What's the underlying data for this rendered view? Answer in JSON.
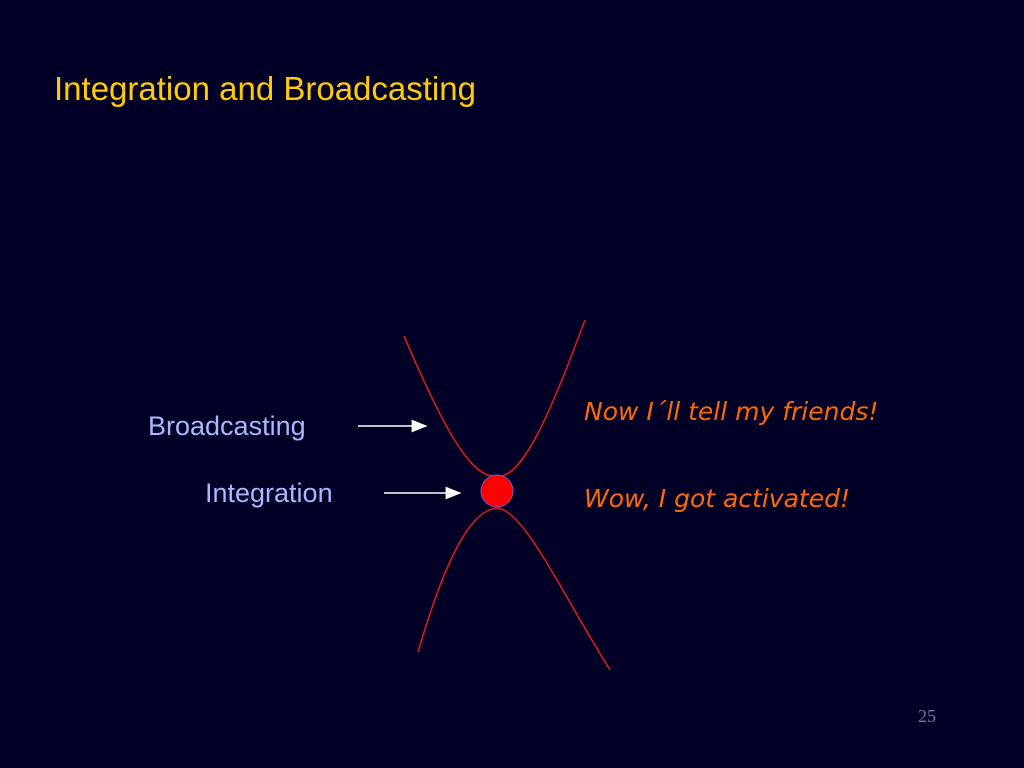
{
  "slide": {
    "title": "Integration and Broadcasting",
    "page_number": "25"
  },
  "diagram": {
    "labels": {
      "broadcasting": "Broadcasting",
      "integration": "Integration"
    },
    "notes": {
      "broadcast_note": "Now I´ll tell my friends!",
      "integration_note": "Wow, I got activated!"
    }
  },
  "colors": {
    "background": "#000026",
    "title": "#ffcc00",
    "label": "#aab8ff",
    "note": "#ff6a00",
    "curve": "#d81b1b",
    "node": "#ff0000",
    "arrow": "#ffffff"
  }
}
